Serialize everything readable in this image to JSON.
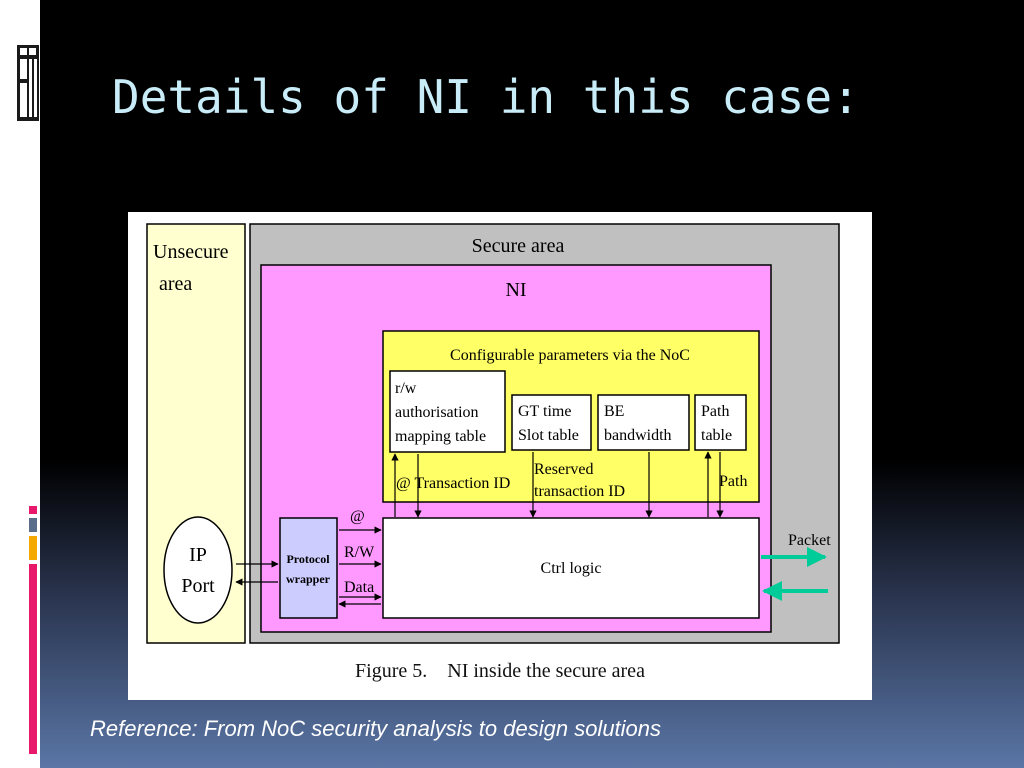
{
  "slide": {
    "title": "Details of NI in this case:",
    "reference": "Reference: From NoC security analysis to design solutions"
  },
  "figure": {
    "unsecure_area": [
      "Unsecure",
      "area"
    ],
    "secure_area": "Secure area",
    "ni": "NI",
    "config_title": "Configurable parameters via the NoC",
    "table_rw": [
      "r/w",
      "authorisation",
      "mapping table"
    ],
    "table_gt": [
      "GT time",
      "Slot table"
    ],
    "table_be": [
      "BE",
      "bandwidth"
    ],
    "table_path": [
      "Path",
      "table"
    ],
    "label_at_transaction": "@ Transaction ID",
    "label_reserved": [
      "Reserved",
      "transaction ID"
    ],
    "label_path": "Path",
    "ip_port": [
      "IP",
      "Port"
    ],
    "protocol_wrapper": [
      "Protocol",
      "wrapper"
    ],
    "signal_at": "@",
    "signal_rw": "R/W",
    "signal_data": "Data",
    "ctrl_logic": "Ctrl logic",
    "packet": "Packet",
    "caption": "Figure 5.    NI inside the secure area"
  },
  "colors": {
    "unsecure_fill": "#ffffd0",
    "secure_fill": "#c0c0c0",
    "ni_fill": "#ff99ff",
    "config_fill": "#ffff66",
    "wrapper_fill": "#ccccff",
    "packet_arrow": "#00cc99",
    "title_color": "#c8ecf8"
  }
}
